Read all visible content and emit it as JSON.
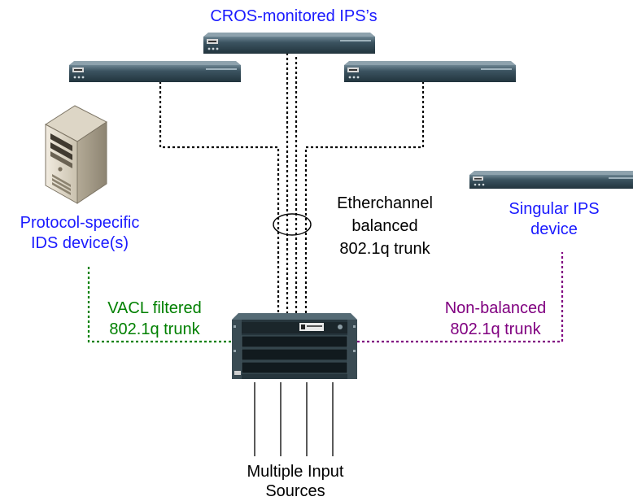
{
  "labels": {
    "cros_monitored": "CROS-monitored IPS’s",
    "protocol_specific_line1": "Protocol-specific",
    "protocol_specific_line2": "IDS device(s)",
    "etherchannel_line1": "Etherchannel",
    "etherchannel_line2": "balanced",
    "etherchannel_line3": "802.1q trunk",
    "singular_line1": "Singular IPS",
    "singular_line2": "device",
    "vacl_line1": "VACL filtered",
    "vacl_line2": "802.1q trunk",
    "nonbalanced_line1": "Non-balanced",
    "nonbalanced_line2": "802.1q trunk",
    "multiple_line1": "Multiple Input",
    "multiple_line2": "Sources"
  },
  "colors": {
    "device_label": "#1a1aff",
    "vacl_link": "#008000",
    "nonbalanced_link": "#800080",
    "etherchannel_link": "#000000",
    "appliance_body": "#2f4550"
  },
  "icons": {
    "ips_appliance": "rack-appliance-icon",
    "ids_server": "server-tower-icon",
    "switch_chassis": "switch-chassis-icon"
  }
}
